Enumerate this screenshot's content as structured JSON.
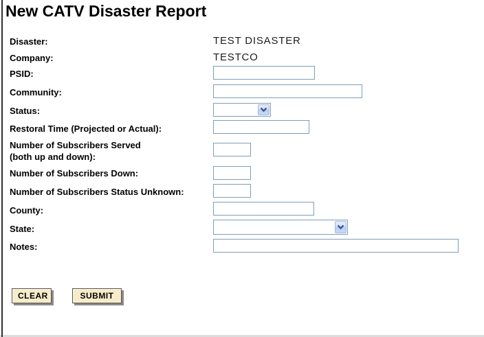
{
  "page": {
    "title": "New CATV Disaster Report"
  },
  "colors": {
    "input_border": "#7f9db9",
    "button_fill": "#f7ecca",
    "button_shadow": "#8a8a8a",
    "frame_left": "#2e2e2e",
    "text": "#000000"
  },
  "form": {
    "disaster": {
      "label": "Disaster:",
      "value": "TEST DISASTER"
    },
    "company": {
      "label": "Company:",
      "value": "TESTCO"
    },
    "psid": {
      "label": "PSID:",
      "value": ""
    },
    "community": {
      "label": "Community:",
      "value": ""
    },
    "status": {
      "label": "Status:",
      "selected": ""
    },
    "restoral": {
      "label": "Restoral Time (Projected or Actual):",
      "value": ""
    },
    "subs_served": {
      "label_line1": "Number of Subscribers Served",
      "label_line2": "(both up and down):",
      "value": ""
    },
    "subs_down": {
      "label": "Number of Subscribers Down:",
      "value": ""
    },
    "subs_unknown": {
      "label": "Number of Subscribers Status Unknown:",
      "value": ""
    },
    "county": {
      "label": "County:",
      "value": ""
    },
    "state": {
      "label": "State:",
      "selected": ""
    },
    "notes": {
      "label": "Notes:",
      "value": ""
    }
  },
  "buttons": {
    "clear": "CLEAR",
    "submit": "SUBMIT"
  }
}
